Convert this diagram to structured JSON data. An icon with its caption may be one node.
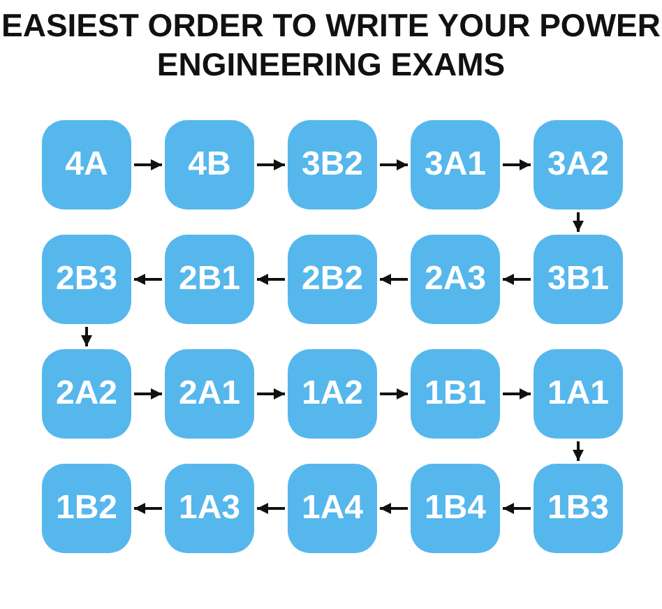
{
  "diagram": {
    "title": "EASIEST ORDER TO WRITE YOUR POWER ENGINEERING EXAMS",
    "nodes": [
      {
        "text": [
          "4A"
        ]
      },
      {
        "text": [
          "4B"
        ]
      },
      {
        "text": [
          "3B2"
        ]
      },
      {
        "text": [
          "3A1"
        ]
      },
      {
        "text": [
          "3A2"
        ]
      },
      {
        "text": [
          "2B3"
        ]
      },
      {
        "text": [
          "2B1"
        ]
      },
      {
        "text": [
          "2B2"
        ]
      },
      {
        "text": [
          "2A3"
        ]
      },
      {
        "text": [
          "3B1"
        ]
      },
      {
        "text": [
          "2A2"
        ]
      },
      {
        "text": [
          "2A1"
        ]
      },
      {
        "text": [
          "1A2"
        ]
      },
      {
        "text": [
          "1B1"
        ]
      },
      {
        "text": [
          "1A1"
        ]
      },
      {
        "text": [
          "1B2"
        ]
      },
      {
        "text": [
          "1A3"
        ]
      },
      {
        "text": [
          "1A4"
        ]
      },
      {
        "text": [
          "1B4"
        ]
      },
      {
        "text": [
          "1B3"
        ]
      }
    ],
    "edges": [
      {
        "from": 0,
        "to": 1,
        "arrow": "to"
      },
      {
        "from": 1,
        "to": 2,
        "arrow": "to"
      },
      {
        "from": 2,
        "to": 3,
        "arrow": "to"
      },
      {
        "from": 3,
        "to": 4,
        "arrow": "to"
      },
      {
        "from": 4,
        "to": 9,
        "arrow": "to"
      },
      {
        "from": 9,
        "to": 8,
        "arrow": "to"
      },
      {
        "from": 8,
        "to": 7,
        "arrow": "to"
      },
      {
        "from": 7,
        "to": 6,
        "arrow": "to"
      },
      {
        "from": 6,
        "to": 5,
        "arrow": "to"
      },
      {
        "from": 5,
        "to": 10,
        "arrow": "to"
      },
      {
        "from": 10,
        "to": 11,
        "arrow": "to"
      },
      {
        "from": 11,
        "to": 12,
        "arrow": "to"
      },
      {
        "from": 12,
        "to": 13,
        "arrow": "to"
      },
      {
        "from": 13,
        "to": 14,
        "arrow": "to"
      },
      {
        "from": 14,
        "to": 19,
        "arrow": "to"
      },
      {
        "from": 19,
        "to": 18,
        "arrow": "to"
      },
      {
        "from": 18,
        "to": 17,
        "arrow": "to"
      },
      {
        "from": 17,
        "to": 16,
        "arrow": "to"
      },
      {
        "from": 16,
        "to": 15,
        "arrow": "to"
      }
    ]
  }
}
